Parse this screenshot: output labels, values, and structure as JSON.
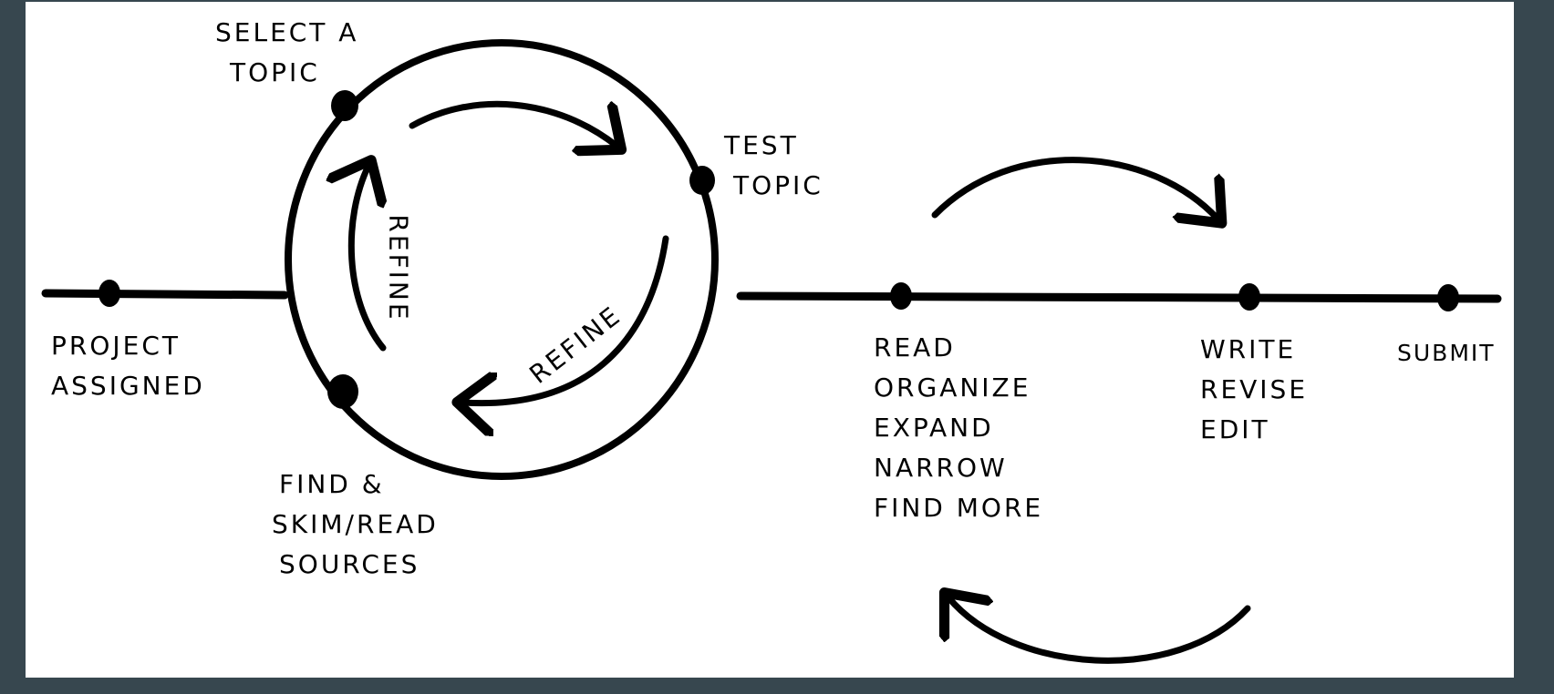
{
  "colors": {
    "ink": "#000000",
    "paper": "#ffffff",
    "frame": "#37474f"
  },
  "labels": {
    "select_topic": [
      "SELECT A",
      "TOPIC"
    ],
    "test_topic": [
      "TEST",
      "TOPIC"
    ],
    "project_assigned": [
      "PROJECT",
      "ASSIGNED"
    ],
    "find_sources": [
      "FIND &",
      "SKIM/READ",
      "SOURCES"
    ],
    "refine_left": "REFINE",
    "refine_bottom": "REFINE",
    "read_group": [
      "READ",
      "ORGANIZE",
      "EXPAND",
      "NARROW",
      "FIND MORE"
    ],
    "write_group": [
      "WRITE",
      "REVISE",
      "EDIT"
    ],
    "submit": "SUBMIT"
  }
}
